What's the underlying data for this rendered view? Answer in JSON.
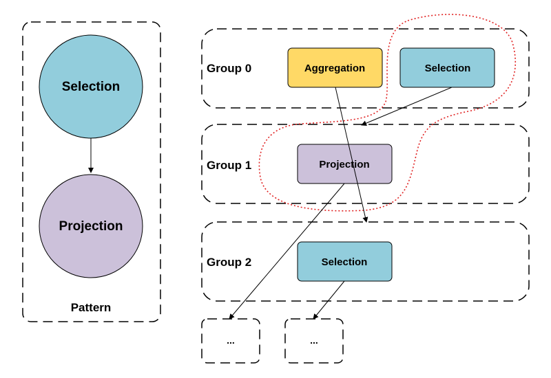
{
  "pattern": {
    "title": "Pattern",
    "nodes": [
      {
        "label": "Selection",
        "color": "#92cddc"
      },
      {
        "label": "Projection",
        "color": "#ccc1da"
      }
    ]
  },
  "groups": [
    {
      "label": "Group 0",
      "nodes": [
        {
          "label": "Aggregation",
          "color": "#ffd966"
        },
        {
          "label": "Selection",
          "color": "#92cddc"
        }
      ]
    },
    {
      "label": "Group 1",
      "nodes": [
        {
          "label": "Projection",
          "color": "#ccc1da"
        }
      ]
    },
    {
      "label": "Group 2",
      "nodes": [
        {
          "label": "Selection",
          "color": "#92cddc"
        }
      ]
    }
  ],
  "placeholders": [
    "...",
    "..."
  ],
  "colors": {
    "stroke": "#000000",
    "match_highlight": "#e02020",
    "selection": "#92cddc",
    "projection": "#ccc1da",
    "aggregation": "#ffd966"
  }
}
